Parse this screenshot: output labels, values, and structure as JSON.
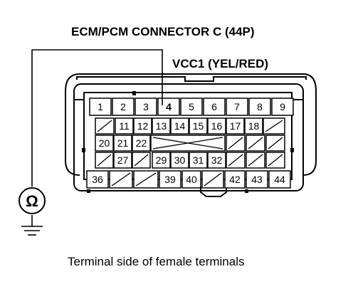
{
  "diagram": {
    "title": "ECM/PCM CONNECTOR C (44P)",
    "probe_label": "VCC1 (YEL/RED)",
    "meter_symbol": "Ω",
    "caption": "Terminal side of female terminals",
    "terminals": {
      "row1": [
        "1",
        "2",
        "3",
        "4",
        "5",
        "6",
        "7",
        "8",
        "9"
      ],
      "row2": [
        "11",
        "12",
        "13",
        "14",
        "15",
        "16",
        "17",
        "18"
      ],
      "row3": [
        "20",
        "21",
        "22"
      ],
      "row4": [
        "27",
        "29",
        "30",
        "31",
        "32"
      ],
      "row5": [
        "36",
        "39",
        "40",
        "42",
        "43",
        "44"
      ]
    },
    "probe_terminal": "4"
  }
}
